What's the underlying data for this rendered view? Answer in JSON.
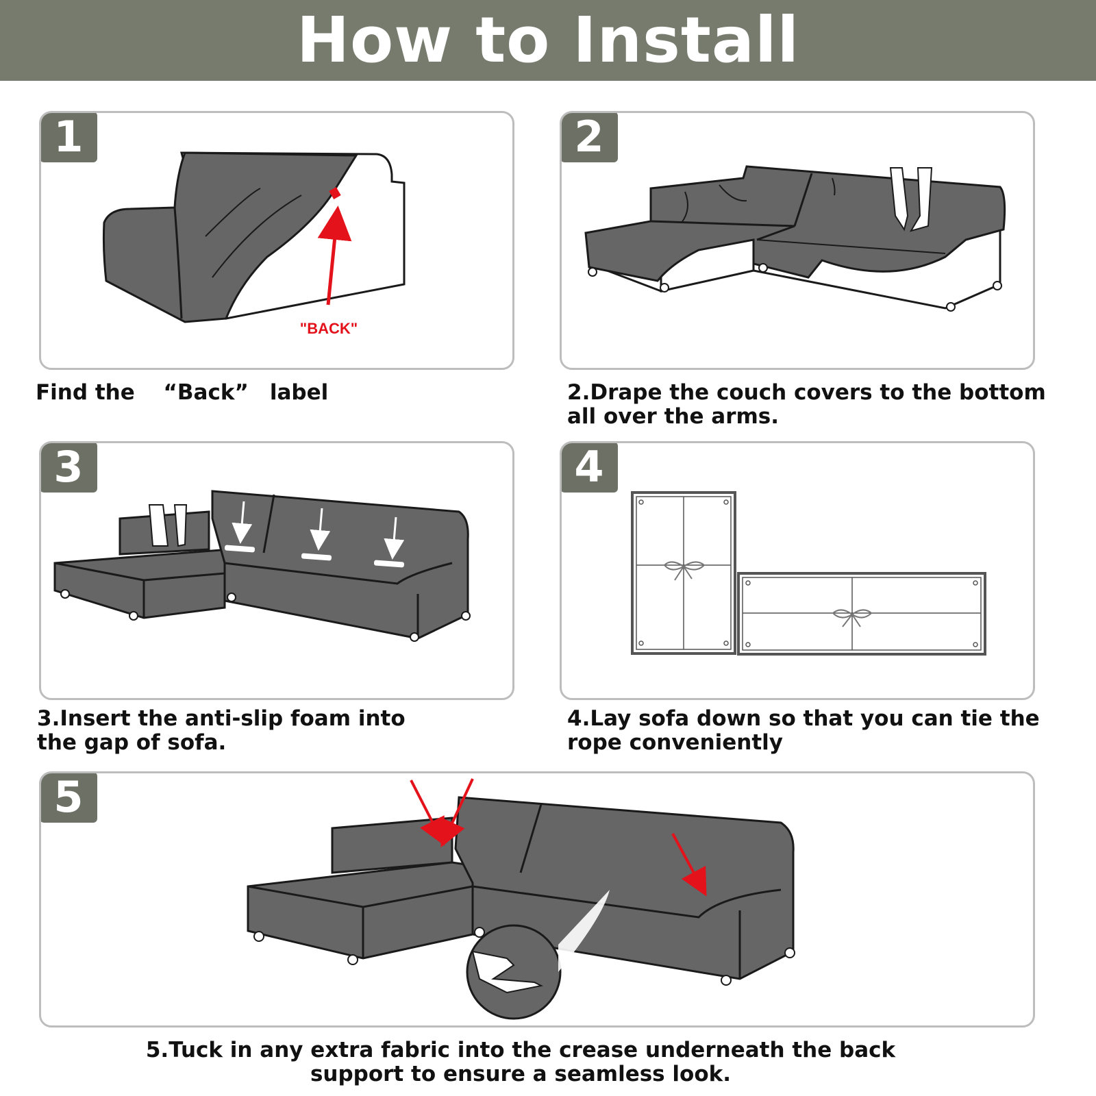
{
  "colors": {
    "header_bg": "#767b6d",
    "badge_bg": "#6d7165",
    "sofa_fill": "#666666",
    "sofa_outline": "#1a1a1a",
    "accent_red": "#e3121b"
  },
  "header": {
    "title": "How to Install"
  },
  "steps": [
    {
      "number": "1",
      "caption_lines": [
        "Find the 　“Back”　label"
      ],
      "label": "\"BACK\""
    },
    {
      "number": "2",
      "caption_lines": [
        "2.Drape the couch covers to the bottom",
        "all over the arms."
      ]
    },
    {
      "number": "3",
      "caption_lines": [
        "3.Insert the anti-slip foam into",
        "the gap of sofa."
      ]
    },
    {
      "number": "4",
      "caption_lines": [
        "4.Lay sofa down so that you can tie the",
        "rope conveniently"
      ]
    },
    {
      "number": "5",
      "caption_lines": [
        "5.Tuck in any extra fabric into the crease underneath the back",
        "support to ensure a seamless look."
      ]
    }
  ]
}
